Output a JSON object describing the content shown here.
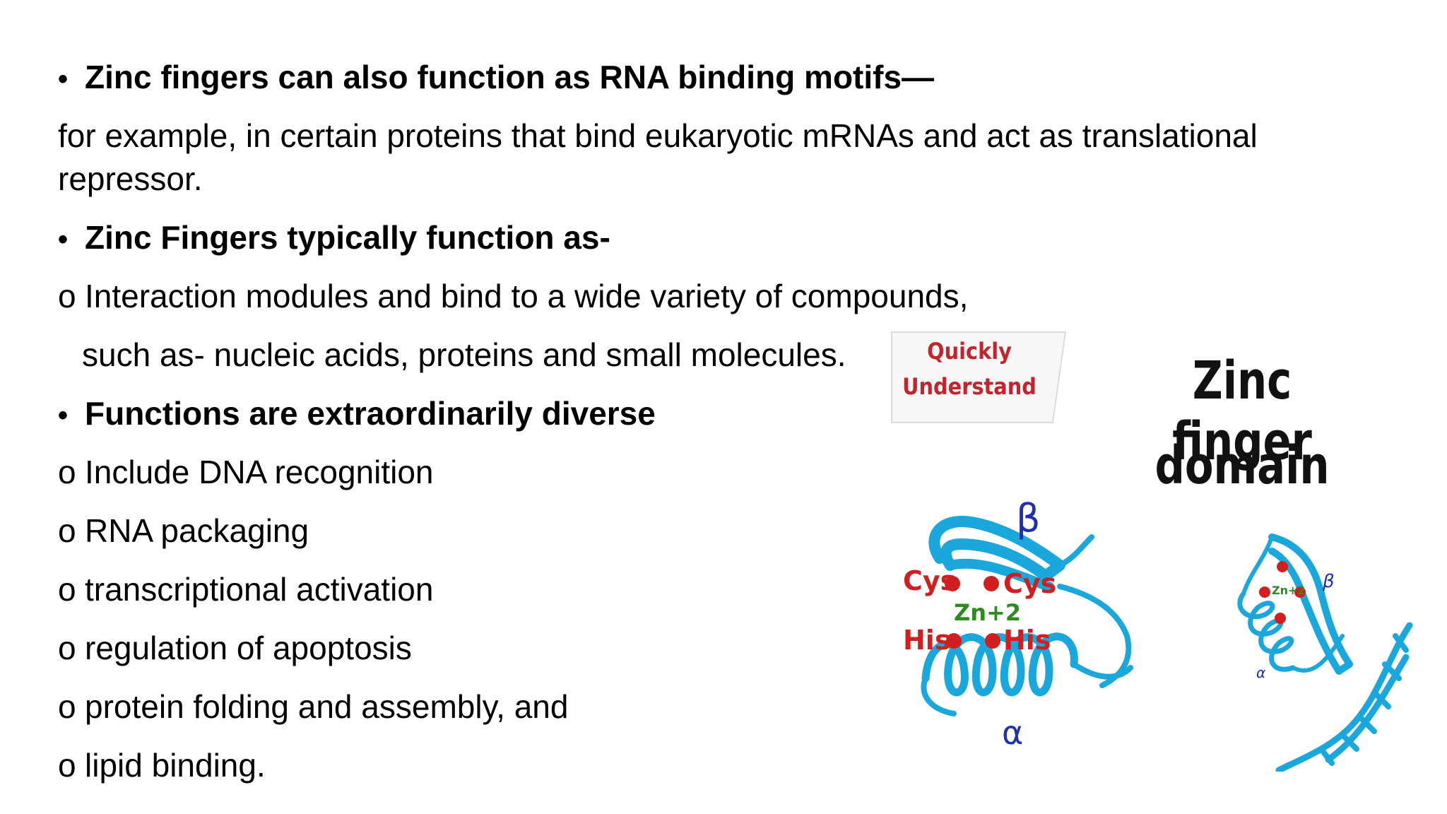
{
  "bullets": {
    "symbol_filled": "•",
    "symbol_open": "o"
  },
  "content": {
    "b1": "Zinc fingers can also function as RNA binding motifs—",
    "p1_line1": "for example, in certain proteins that bind eukaryotic mRNAs and act as translational",
    "p1_line2": "repressor.",
    "b2": "Zinc Fingers typically function as-",
    "s1_line1": "Interaction modules and bind to a wide variety of compounds,",
    "s1_line2": "such as- nucleic acids, proteins and small molecules.",
    "b3": "Functions are extraordinarily diverse",
    "s2": "Include DNA recognition",
    "s3": "RNA packaging",
    "s4": "transcriptional activation",
    "s5": "regulation of apoptosis",
    "s6": "protein folding and assembly, and",
    "s7": "lipid binding."
  },
  "figure": {
    "badge_line1": "Quickly",
    "badge_line2": "Understand",
    "title_line1": "Zinc finger",
    "title_line2": "domain",
    "label_beta": "β",
    "label_alpha": "α",
    "label_cys_left": "Cys",
    "label_cys_right": "Cys",
    "label_his_left": "His",
    "label_his_right": "His",
    "label_zn": "Zn+2",
    "label_beta_small": "β",
    "label_alpha_small": "α",
    "label_zn_small": "Zn+2",
    "colors": {
      "protein": "#1aa7dc",
      "residue": "#d11f1f",
      "zinc_label": "#2f8a1f",
      "greek": "#1f2fb0",
      "badge_text": "#c0262b"
    }
  }
}
